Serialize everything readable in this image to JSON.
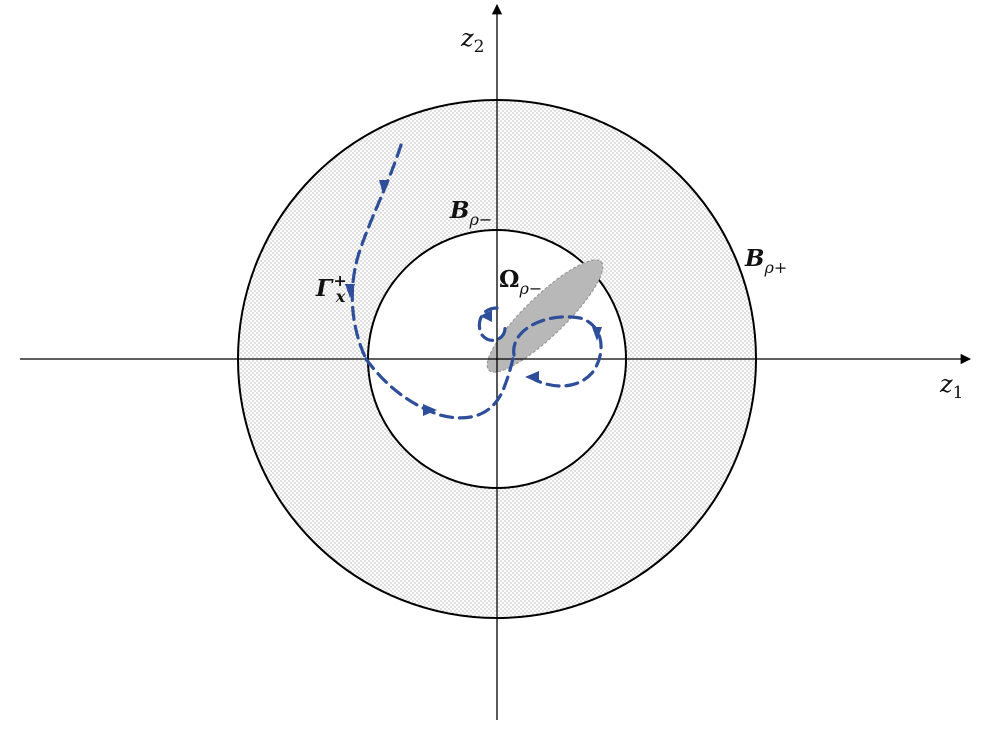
{
  "axes": {
    "x_label": "z",
    "x_sub": "1",
    "y_label": "z",
    "y_sub": "2"
  },
  "regions": {
    "outer_ball": {
      "symbol": "B",
      "sub": "ρ+"
    },
    "inner_ball": {
      "symbol": "B",
      "sub": "ρ−"
    },
    "omega": {
      "symbol": "Ω",
      "sub": "ρ−"
    }
  },
  "trajectory": {
    "symbol": "Γ",
    "sub": "x",
    "sup": "+",
    "color": "#2E4E9A"
  },
  "colors": {
    "shaded_annulus_dots": "#666666",
    "omega_fill": "#B8B8B8",
    "omega_stroke": "#999999",
    "axis": "#000000"
  }
}
